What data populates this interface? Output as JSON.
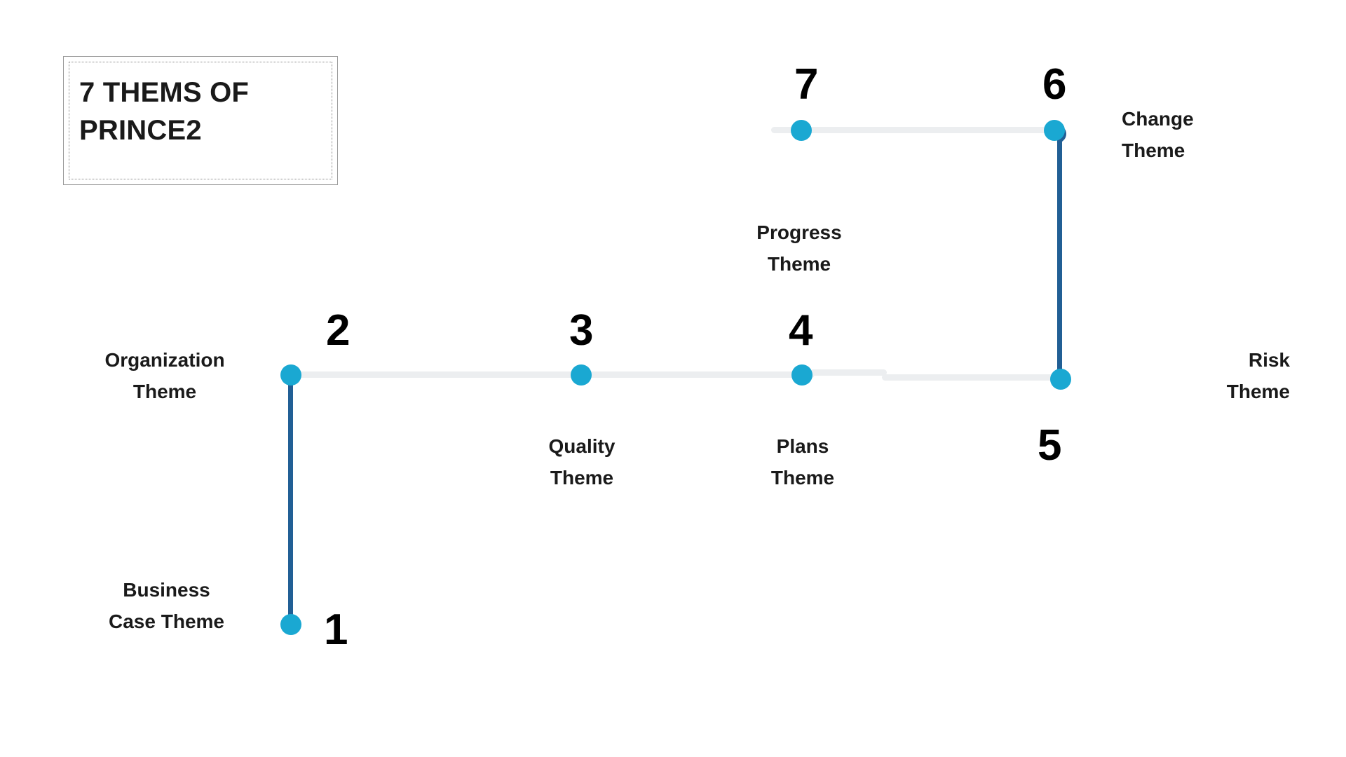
{
  "title": {
    "line1": "7 THEMS OF",
    "line2": "PRINCE2",
    "full": "7 THEMS OF PRINCE2"
  },
  "colors": {
    "node": "#1aa8d2",
    "connector_active": "#215f95",
    "connector_track": "#eceef0",
    "text": "#1a1a1a",
    "number": "#000000",
    "background": "#ffffff",
    "box_border": "#9a9a9a"
  },
  "chart_data": {
    "type": "diagram",
    "title": "7 THEMS OF PRINCE2",
    "layout": "snake-timeline",
    "nodes": [
      {
        "number": "1",
        "label_line1": "Business",
        "label_line2": "Case Theme",
        "label": "Business Case Theme",
        "row": "bottom",
        "column": 1
      },
      {
        "number": "2",
        "label_line1": "Organization",
        "label_line2": "Theme",
        "label": "Organization Theme",
        "row": "middle",
        "column": 1
      },
      {
        "number": "3",
        "label_line1": "Quality",
        "label_line2": "Theme",
        "label": "Quality Theme",
        "row": "middle",
        "column": 2
      },
      {
        "number": "4",
        "label_line1": "Plans",
        "label_line2": "Theme",
        "label": "Plans Theme",
        "row": "middle",
        "column": 3
      },
      {
        "number": "5",
        "label_line1": "Risk",
        "label_line2": "Theme",
        "label": "Risk Theme",
        "row": "middle",
        "column": 4
      },
      {
        "number": "6",
        "label_line1": "Change",
        "label_line2": "Theme",
        "label": "Change Theme",
        "row": "top",
        "column": 4
      },
      {
        "number": "7",
        "label_line1": "Progress",
        "label_line2": "Theme",
        "label": "Progress Theme",
        "row": "top",
        "column": 3
      }
    ],
    "connections": [
      {
        "from": "7",
        "to": "6",
        "style": "track"
      },
      {
        "from": "6",
        "to": "5",
        "style": "active"
      },
      {
        "from": "5",
        "to": "4",
        "style": "track"
      },
      {
        "from": "4",
        "to": "3",
        "style": "track"
      },
      {
        "from": "3",
        "to": "2",
        "style": "track"
      },
      {
        "from": "2",
        "to": "1",
        "style": "active"
      }
    ]
  }
}
